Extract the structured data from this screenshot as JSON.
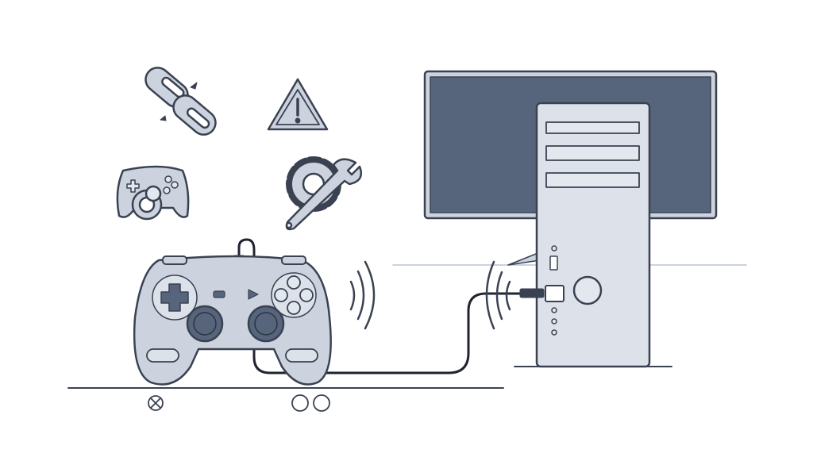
{
  "colors": {
    "background": "#ffffff",
    "outline": "#3a4252",
    "fill": "#cdd3de",
    "fill_light": "#e3e7ee",
    "screen": "#56657b",
    "cable": "#1f2430",
    "signal": "#6c7486"
  },
  "icons": [
    "broken-link-icon",
    "warning-icon",
    "gamepad-disconnected-icon",
    "gear-wrench-icon",
    "gamepad",
    "pc-tower",
    "monitor",
    "usb-cable",
    "wireless-signal-icon",
    "x-button-icon",
    "circle-button-icon"
  ]
}
